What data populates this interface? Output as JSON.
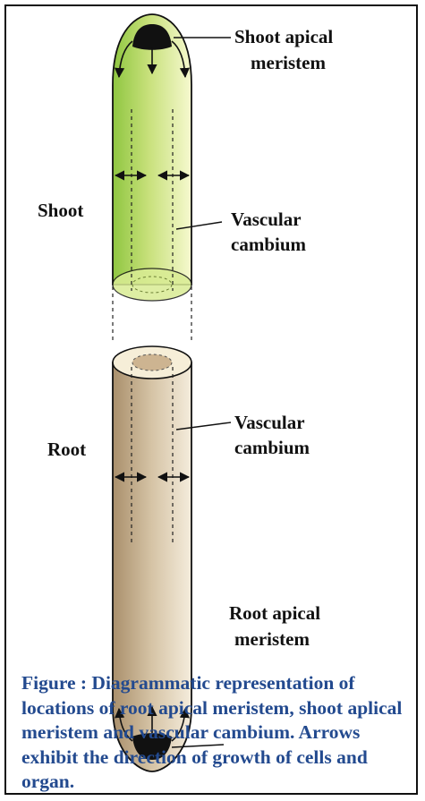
{
  "labels": {
    "shoot_apical_line1": "Shoot apical",
    "shoot_apical_line2": "meristem",
    "shoot": "Shoot",
    "vascular_cambium_shoot_line1": "Vascular",
    "vascular_cambium_shoot_line2": "cambium",
    "root": "Root",
    "vascular_cambium_root_line1": "Vascular",
    "vascular_cambium_root_line2": "cambium",
    "root_apical_line1": "Root apical",
    "root_apical_line2": "meristem"
  },
  "caption": "Figure : Diagrammatic representation of locations of root apical meristem, shoot aplical meristem and vascular cambium. Arrows exhibit the direction of growth of cells and organ.",
  "colors": {
    "shoot_green": "#8dc63f",
    "shoot_light": "#f4f8c8",
    "root_brown": "#b49a78",
    "root_light": "#f3ead8",
    "meristem": "#111111",
    "caption": "#234a8f"
  }
}
